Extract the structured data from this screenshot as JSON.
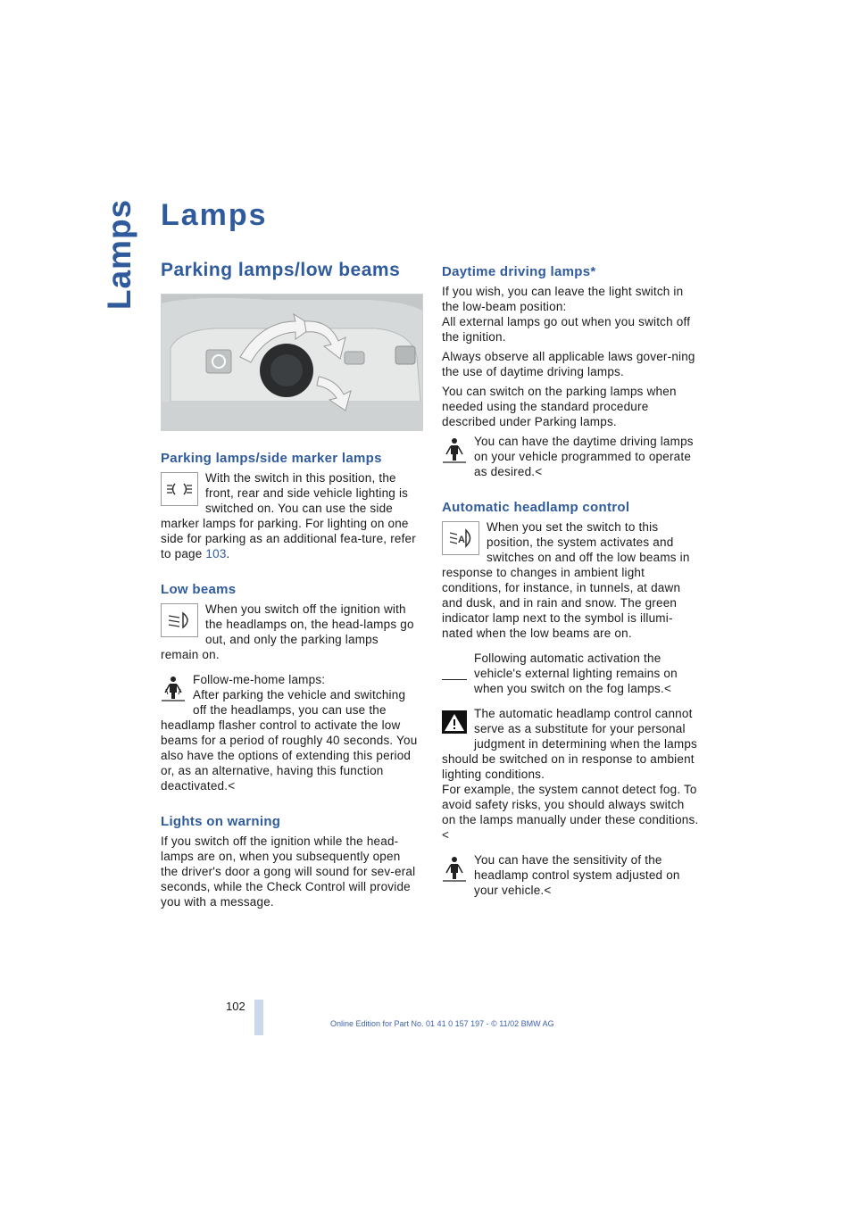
{
  "side_title": "Lamps",
  "page_title": "Lamps",
  "left": {
    "heading": "Parking lamps/low beams",
    "parking_lamps": {
      "heading": "Parking lamps/side marker lamps",
      "icon": "parking-lamp-symbol-icon",
      "text": "With the switch in this position, the front, rear and side vehicle lighting is switched on. You can use the side marker lamps for parking. For lighting on one side for parking as an additional fea-ture, refer to page ",
      "page_ref": "103",
      "text_end": "."
    },
    "low_beams": {
      "heading": "Low beams",
      "icon": "low-beam-symbol-icon",
      "text": "When you switch off the ignition with the headlamps on, the head-lamps go out, and only the parking lamps remain on.",
      "note_icon": "person-note-icon",
      "note_title": "Follow-me-home lamps:",
      "note_text": "After parking the vehicle and switching off the headlamps, you can use the headlamp flasher control to activate the low beams for a period of roughly 40 seconds. You also have the options of extending this period or, as an alternative, having this function deactivated.",
      "note_end": "<"
    },
    "lights_on": {
      "heading": "Lights on warning",
      "text": "If you switch off the ignition while the head-lamps are on, when you subsequently open the driver's door a gong will sound for sev-eral seconds, while the Check Control will provide you with a message."
    }
  },
  "right": {
    "daytime": {
      "heading": "Daytime driving lamps*",
      "p1": "If you wish, you can leave the light switch in the low-beam position:",
      "p1b": "All external lamps go out when you switch off the ignition.",
      "p2": "Always observe all applicable laws gover-ning the use of daytime driving lamps.",
      "p3": "You can switch on the parking lamps when needed using the standard procedure described under Parking lamps.",
      "note_icon": "person-note-icon",
      "note": "You can have the daytime driving lamps on your vehicle programmed to operate as desired.",
      "note_end": "<"
    },
    "auto": {
      "heading": "Automatic headlamp control",
      "icon": "auto-headlamp-symbol-icon",
      "text": "When you set the switch to this position, the system activates and switches on and off the low beams in response to changes in ambient light conditions, for instance, in tunnels, at dawn and dusk, and in rain and snow. The green indicator lamp next to the symbol is illumi-nated when the low beams are on.",
      "p2": "Following automatic activation the vehicle's external lighting remains on when you switch on the fog lamps.",
      "p2_end": "<",
      "warn_icon": "warning-triangle-icon",
      "warn": "The automatic headlamp control cannot serve as a substitute for your personal judgment in determining when the lamps should be switched on in response to ambient lighting conditions.",
      "warn2": "For example, the system cannot detect fog. To avoid safety risks, you should always switch on the lamps manually under these conditions.",
      "warn_end": "<",
      "note_icon": "person-note-icon",
      "note": "You can have the sensitivity of the headlamp control system adjusted on your vehicle.",
      "note_end": "<"
    }
  },
  "page_number": "102",
  "footer": "Online Edition for Part No. 01 41 0 157 197 - © 11/02 BMW AG",
  "colors": {
    "heading": "#2f5b9c",
    "footer": "#3f62a8",
    "page_bar": "#cbd7ea"
  }
}
